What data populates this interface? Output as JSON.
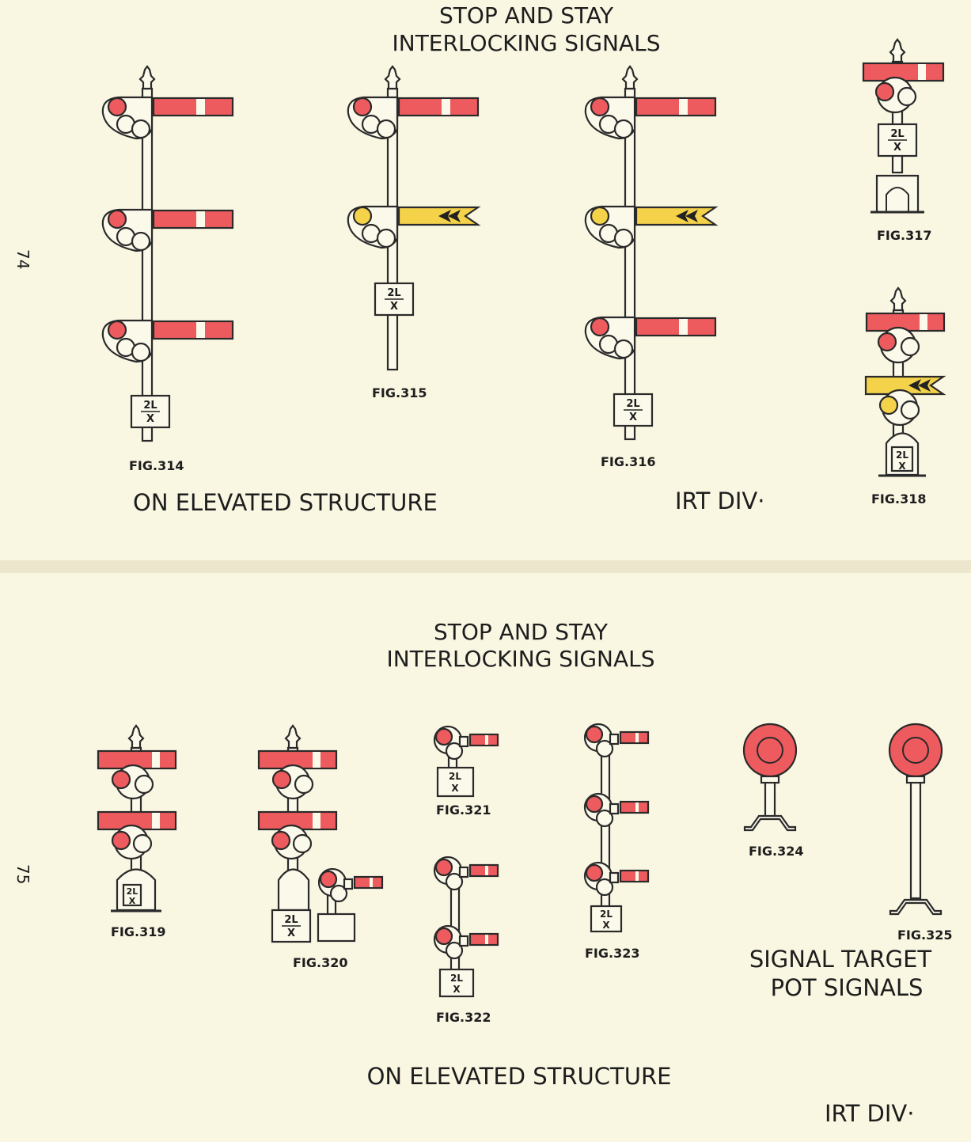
{
  "page_numbers": {
    "top": "74",
    "bottom": "75"
  },
  "top_page": {
    "title_line1": "STOP AND STAY",
    "title_line2": "INTERLOCKING SIGNALS",
    "footer_left": "ON ELEVATED STRUCTURE",
    "footer_right": "IRT DIV·",
    "figures": [
      "FIG.314",
      "FIG.315",
      "FIG.316",
      "FIG.317",
      "FIG.318"
    ]
  },
  "bottom_page": {
    "title_line1": "STOP AND STAY",
    "title_line2": "INTERLOCKING SIGNALS",
    "footer_center": "ON ELEVATED STRUCTURE",
    "footer_right": "IRT DIV·",
    "pot_title_line1": "SIGNAL TARGET",
    "pot_title_line2": "POT SIGNALS",
    "figures": [
      "FIG.319",
      "FIG.320",
      "FIG.321",
      "FIG.322",
      "FIG.323",
      "FIG.324",
      "FIG.325"
    ]
  },
  "plate": {
    "top": "2L",
    "bottom": "X"
  },
  "colors": {
    "paper": "#f9f6e2",
    "red": "#ee5b5e",
    "yellow": "#f4d24a",
    "ink": "#2a2a2a"
  }
}
